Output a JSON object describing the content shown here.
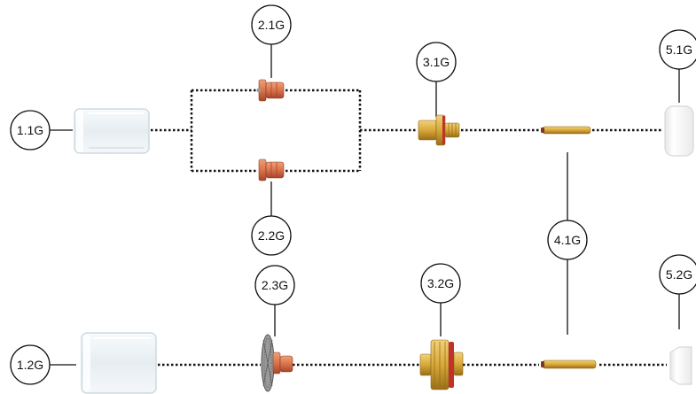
{
  "labels": {
    "glass_cup_1": "1.1G",
    "glass_cup_2": "1.2G",
    "gas_lens_1": "2.1G",
    "gas_lens_2": "2.2G",
    "gas_lens_3": "2.3G",
    "collet_body_1": "3.1G",
    "collet_body_2": "3.2G",
    "collet": "4.1G",
    "insulator_1": "5.1G",
    "insulator_2": "5.2G"
  },
  "colors": {
    "copper": "#d9744a",
    "copper_dark": "#a8452a",
    "brass": "#d8a83a",
    "brass_dark": "#9a6e18",
    "glass": "#eef4f7",
    "insulator": "#f4f4f4",
    "seal_red": "#c0322a",
    "mesh_grey": "#8a8a8a",
    "line": "#111111"
  }
}
